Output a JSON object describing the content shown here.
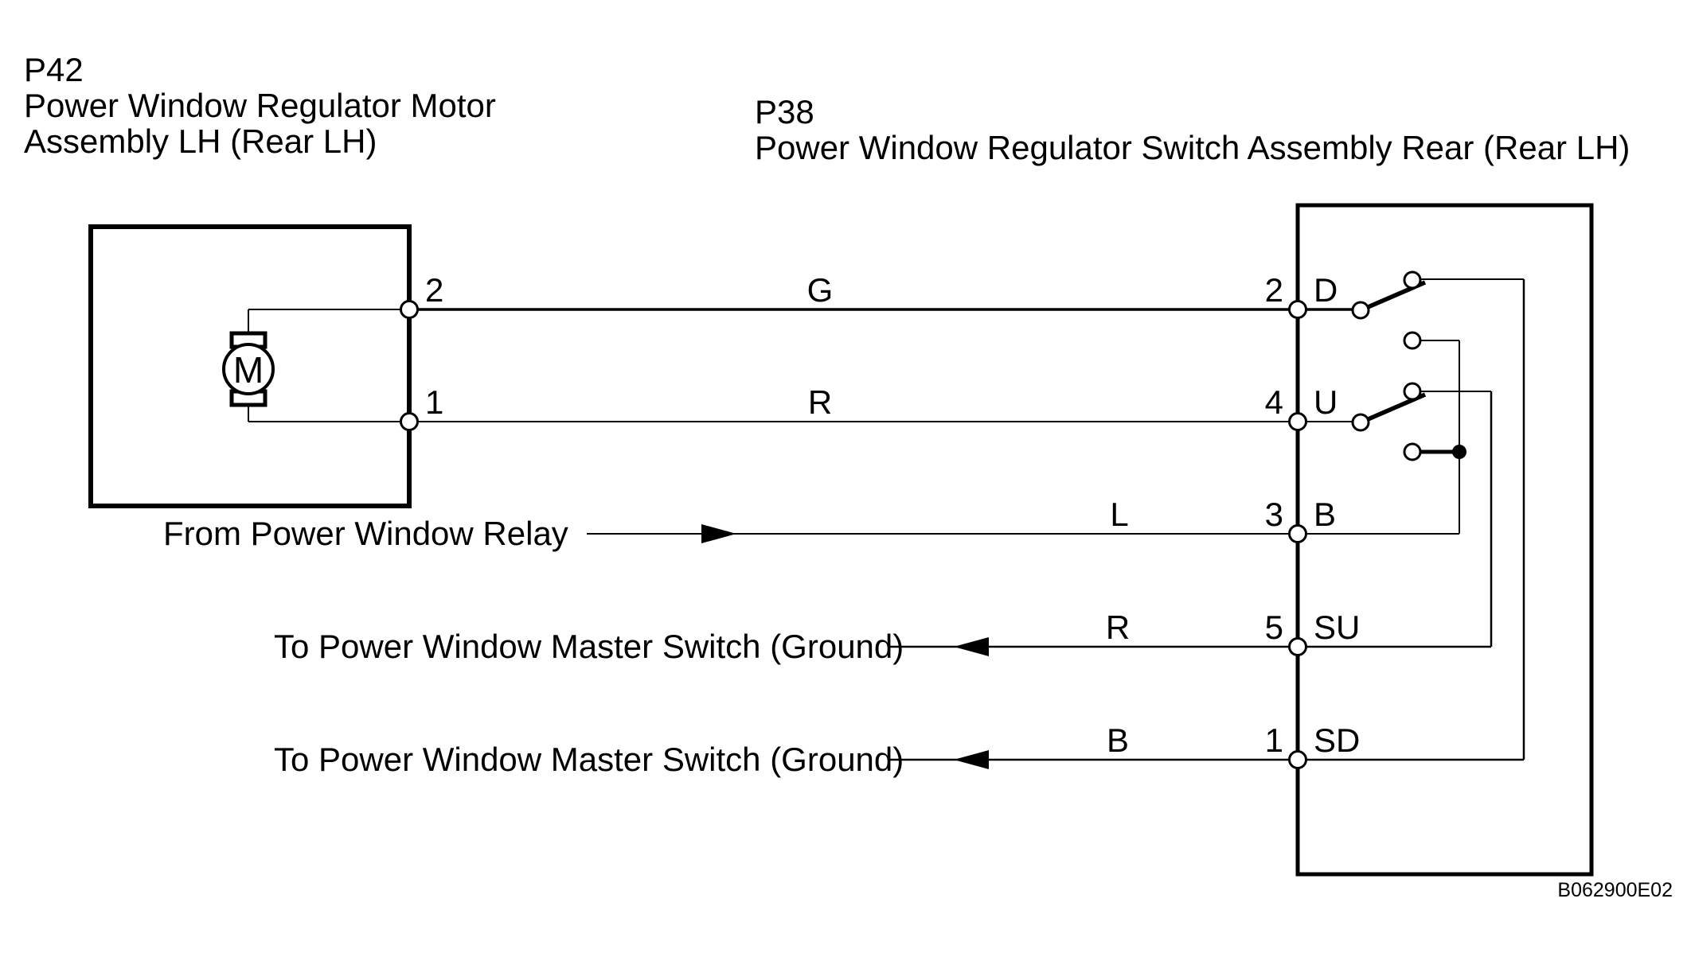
{
  "connector_p42": {
    "code": "P42",
    "name_line1": "Power Window Regulator Motor",
    "name_line2": "Assembly LH (Rear LH)",
    "motor_symbol": "M",
    "pins": [
      {
        "number": "2"
      },
      {
        "number": "1"
      }
    ]
  },
  "connector_p38": {
    "code": "P38",
    "name": "Power Window Regulator Switch Assembly Rear (Rear LH)",
    "pins": [
      {
        "number": "2",
        "terminal": "D"
      },
      {
        "number": "4",
        "terminal": "U"
      },
      {
        "number": "3",
        "terminal": "B"
      },
      {
        "number": "5",
        "terminal": "SU"
      },
      {
        "number": "1",
        "terminal": "SD"
      }
    ]
  },
  "wires": [
    {
      "label": "G"
    },
    {
      "label": "R"
    },
    {
      "label": "L"
    },
    {
      "label": "R"
    },
    {
      "label": "B"
    }
  ],
  "annotations": {
    "relay": "From Power Window Relay",
    "master_switch_su": "To Power Window Master Switch (Ground)",
    "master_switch_sd": "To Power Window Master Switch (Ground)"
  },
  "figure_code": "B062900E02",
  "colors": {
    "line": "#000000",
    "background": "#ffffff"
  }
}
